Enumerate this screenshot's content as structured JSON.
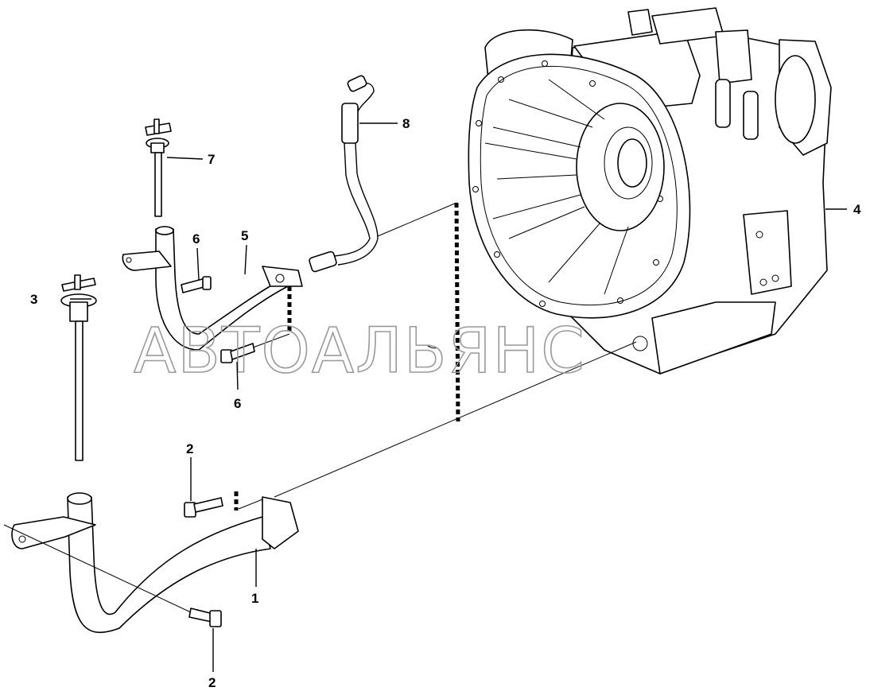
{
  "watermark": "АВТОАЛЬЯНС",
  "callouts": [
    {
      "id": "c1",
      "text": "1"
    },
    {
      "id": "c2a",
      "text": "2"
    },
    {
      "id": "c2b",
      "text": "2"
    },
    {
      "id": "c3",
      "text": "3"
    },
    {
      "id": "c4",
      "text": "4"
    },
    {
      "id": "c5",
      "text": "5"
    },
    {
      "id": "c6a",
      "text": "6"
    },
    {
      "id": "c6b",
      "text": "6"
    },
    {
      "id": "c7",
      "text": "7"
    },
    {
      "id": "c8",
      "text": "8"
    }
  ]
}
